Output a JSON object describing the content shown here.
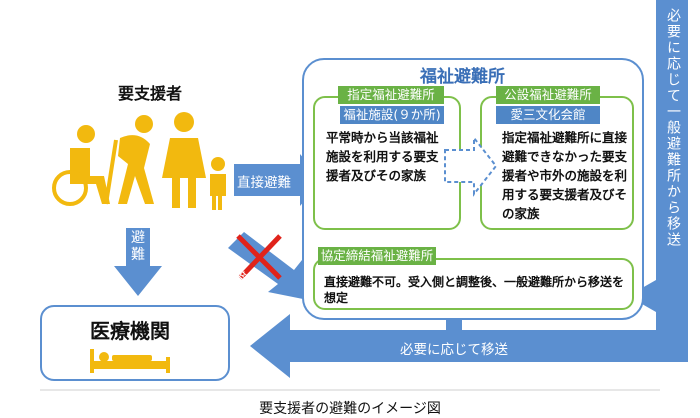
{
  "people": {
    "label": "要支援者"
  },
  "evac_arrow": {
    "label": "避難"
  },
  "direct_arrow": {
    "label": "直接避難"
  },
  "crossed_arrow": {
    "label": "直接避難"
  },
  "medical": {
    "title": "医療機関"
  },
  "welfare": {
    "title": "福祉避難所",
    "designated": {
      "label": "指定福祉避難所",
      "facility_label": "福祉施設(９か所)",
      "description": "平常時から当該福祉施設を利用する要支援者及びその家族"
    },
    "public": {
      "label": "公設福祉避難所",
      "facility_label": "愛三文化会館",
      "description": "指定福祉避難所に直接避難できなかった要支援者や市外の施設を利用する要支援者及びその家族"
    },
    "agreement": {
      "label": "協定締結福祉避難所",
      "description": "直接避難不可。受入側と調整後、一般避難所から移送を想定"
    }
  },
  "right_arrow": {
    "label": "必要に応じて一般避難所から移送"
  },
  "bottom_arrow": {
    "label": "必要に応じて移送"
  },
  "caption": "要支援者の避難のイメージ図",
  "colors": {
    "arrow": "#5b8fd0",
    "green": "#6ab245",
    "blue_label": "#4f86c6",
    "figure": "#f2b90f",
    "frame": "#5b8fd0",
    "cross": "#e0231b"
  }
}
